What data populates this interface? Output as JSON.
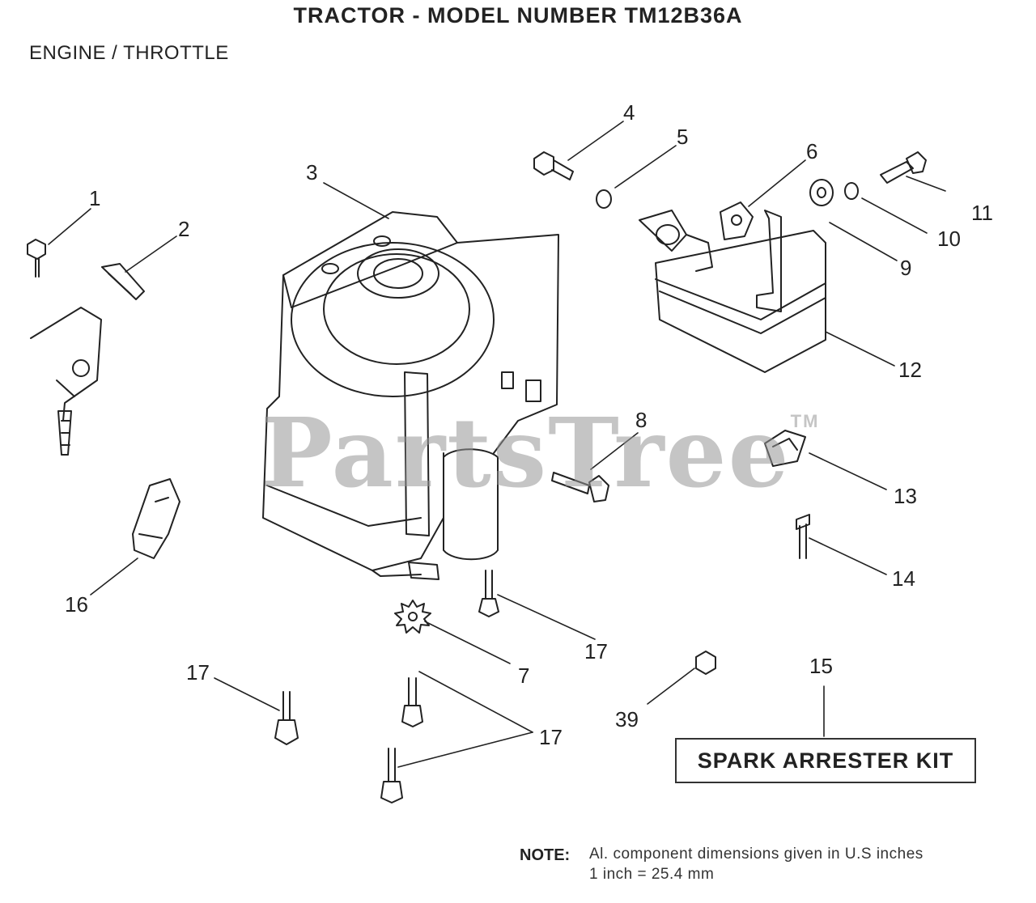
{
  "header": {
    "title": "TRACTOR  - MODEL NUMBER TM12B36A",
    "subtitle": "ENGINE / THROTTLE"
  },
  "callouts": {
    "c1": "1",
    "c2": "2",
    "c3": "3",
    "c4": "4",
    "c5": "5",
    "c6": "6",
    "c7": "7",
    "c8": "8",
    "c9": "9",
    "c10": "10",
    "c11": "11",
    "c12": "12",
    "c13": "13",
    "c14": "14",
    "c15": "15",
    "c16": "16",
    "c17a": "17",
    "c17b": "17",
    "c17c": "17",
    "c39": "39"
  },
  "kit": {
    "label": "SPARK ARRESTER KIT"
  },
  "note": {
    "label": "NOTE:",
    "line1": "Al. component dimensions given in U.S  inches",
    "line2": "1 inch = 25.4 mm"
  },
  "watermark": {
    "text": "PartsTree",
    "tm": "TM"
  }
}
